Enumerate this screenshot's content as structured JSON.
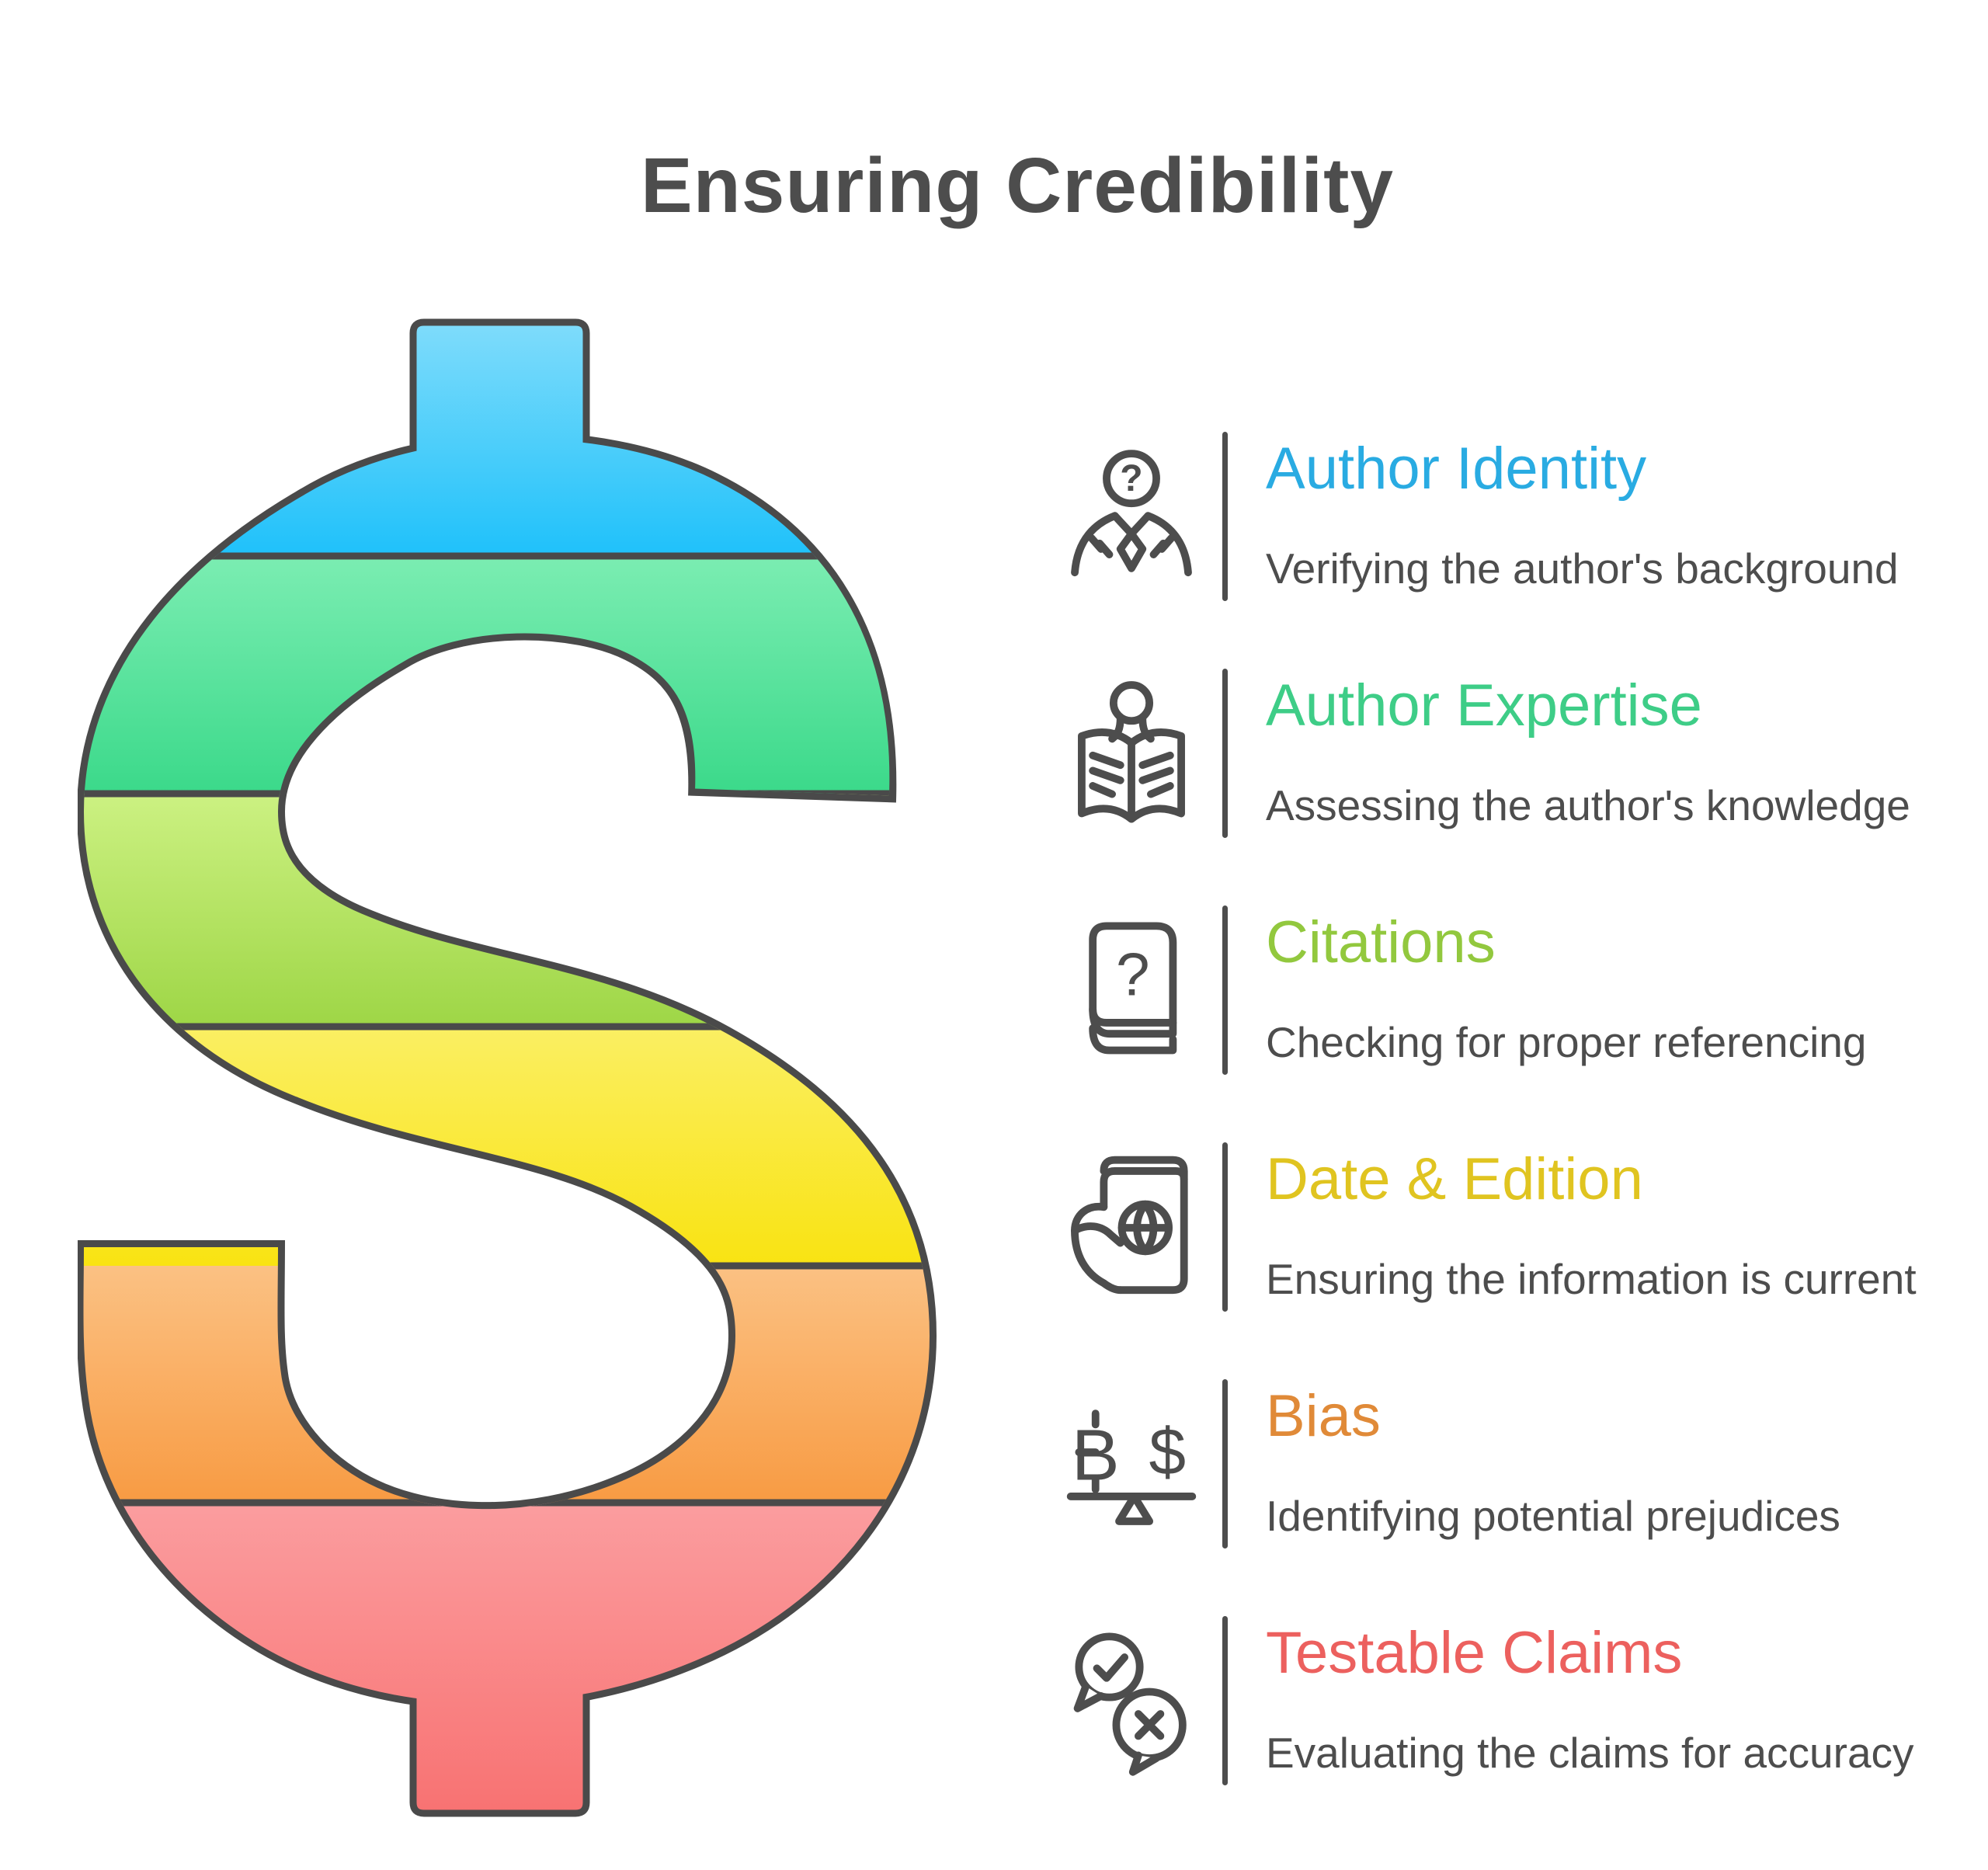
{
  "title": "Ensuring Credibility",
  "dollar_sign": {
    "symbol": "$",
    "outline_color": "#4A4A4A",
    "bands": [
      {
        "name": "blue",
        "color_top": "#7FDCFB",
        "color_bottom": "#1FC1FA"
      },
      {
        "name": "green",
        "color_top": "#7BEDB2",
        "color_bottom": "#3BD98A"
      },
      {
        "name": "light-green",
        "color_top": "#CCF182",
        "color_bottom": "#9ED646"
      },
      {
        "name": "yellow",
        "color_top": "#FAEF63",
        "color_bottom": "#F9E312"
      },
      {
        "name": "orange",
        "color_top": "#FBC183",
        "color bottom_": "",
        "color_bottom": "#F89B43"
      },
      {
        "name": "red",
        "color_top": "#FB9D9F",
        "color_bottom": "#F87272"
      }
    ]
  },
  "items": [
    {
      "heading": "Author Identity",
      "heading_color": "#29ABE2",
      "description": "Verifying the author's background",
      "icon": "person-question-icon"
    },
    {
      "heading": "Author Expertise",
      "heading_color": "#3ECD87",
      "description": "Assessing the author's knowledge",
      "icon": "open-book-reader-icon"
    },
    {
      "heading": "Citations",
      "heading_color": "#92C83E",
      "description": "Checking for proper referencing",
      "icon": "book-question-icon"
    },
    {
      "heading": "Date & Edition",
      "heading_color": "#E0C420",
      "description": "Ensuring the information is current",
      "icon": "passport-globe-icon"
    },
    {
      "heading": "Bias",
      "heading_color": "#E08A38",
      "description": "Identifying potential prejudices",
      "icon": "balance-scale-icon"
    },
    {
      "heading": "Testable Claims",
      "heading_color": "#EC605E",
      "description": "Evaluating the claims for accuracy",
      "icon": "speech-bubbles-check-x-icon"
    }
  ],
  "text_color": "#4D4D4D"
}
